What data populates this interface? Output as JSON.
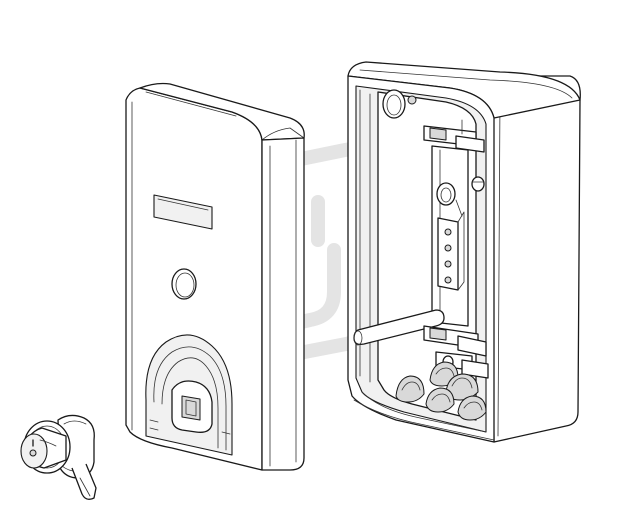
{
  "diagram": {
    "parts": [
      {
        "id": "key-cylinder",
        "icon": "key-cylinder-icon"
      },
      {
        "id": "front-cover",
        "icon": "cover-icon"
      },
      {
        "id": "enclosure-base",
        "icon": "enclosure-icon"
      }
    ],
    "watermark_icon": "plug-watermark-icon",
    "colors": {
      "line": "#1a1a1a",
      "fill": "#ffffff",
      "shade": "#f1f1f1",
      "watermark": "#e4e4e4"
    }
  }
}
